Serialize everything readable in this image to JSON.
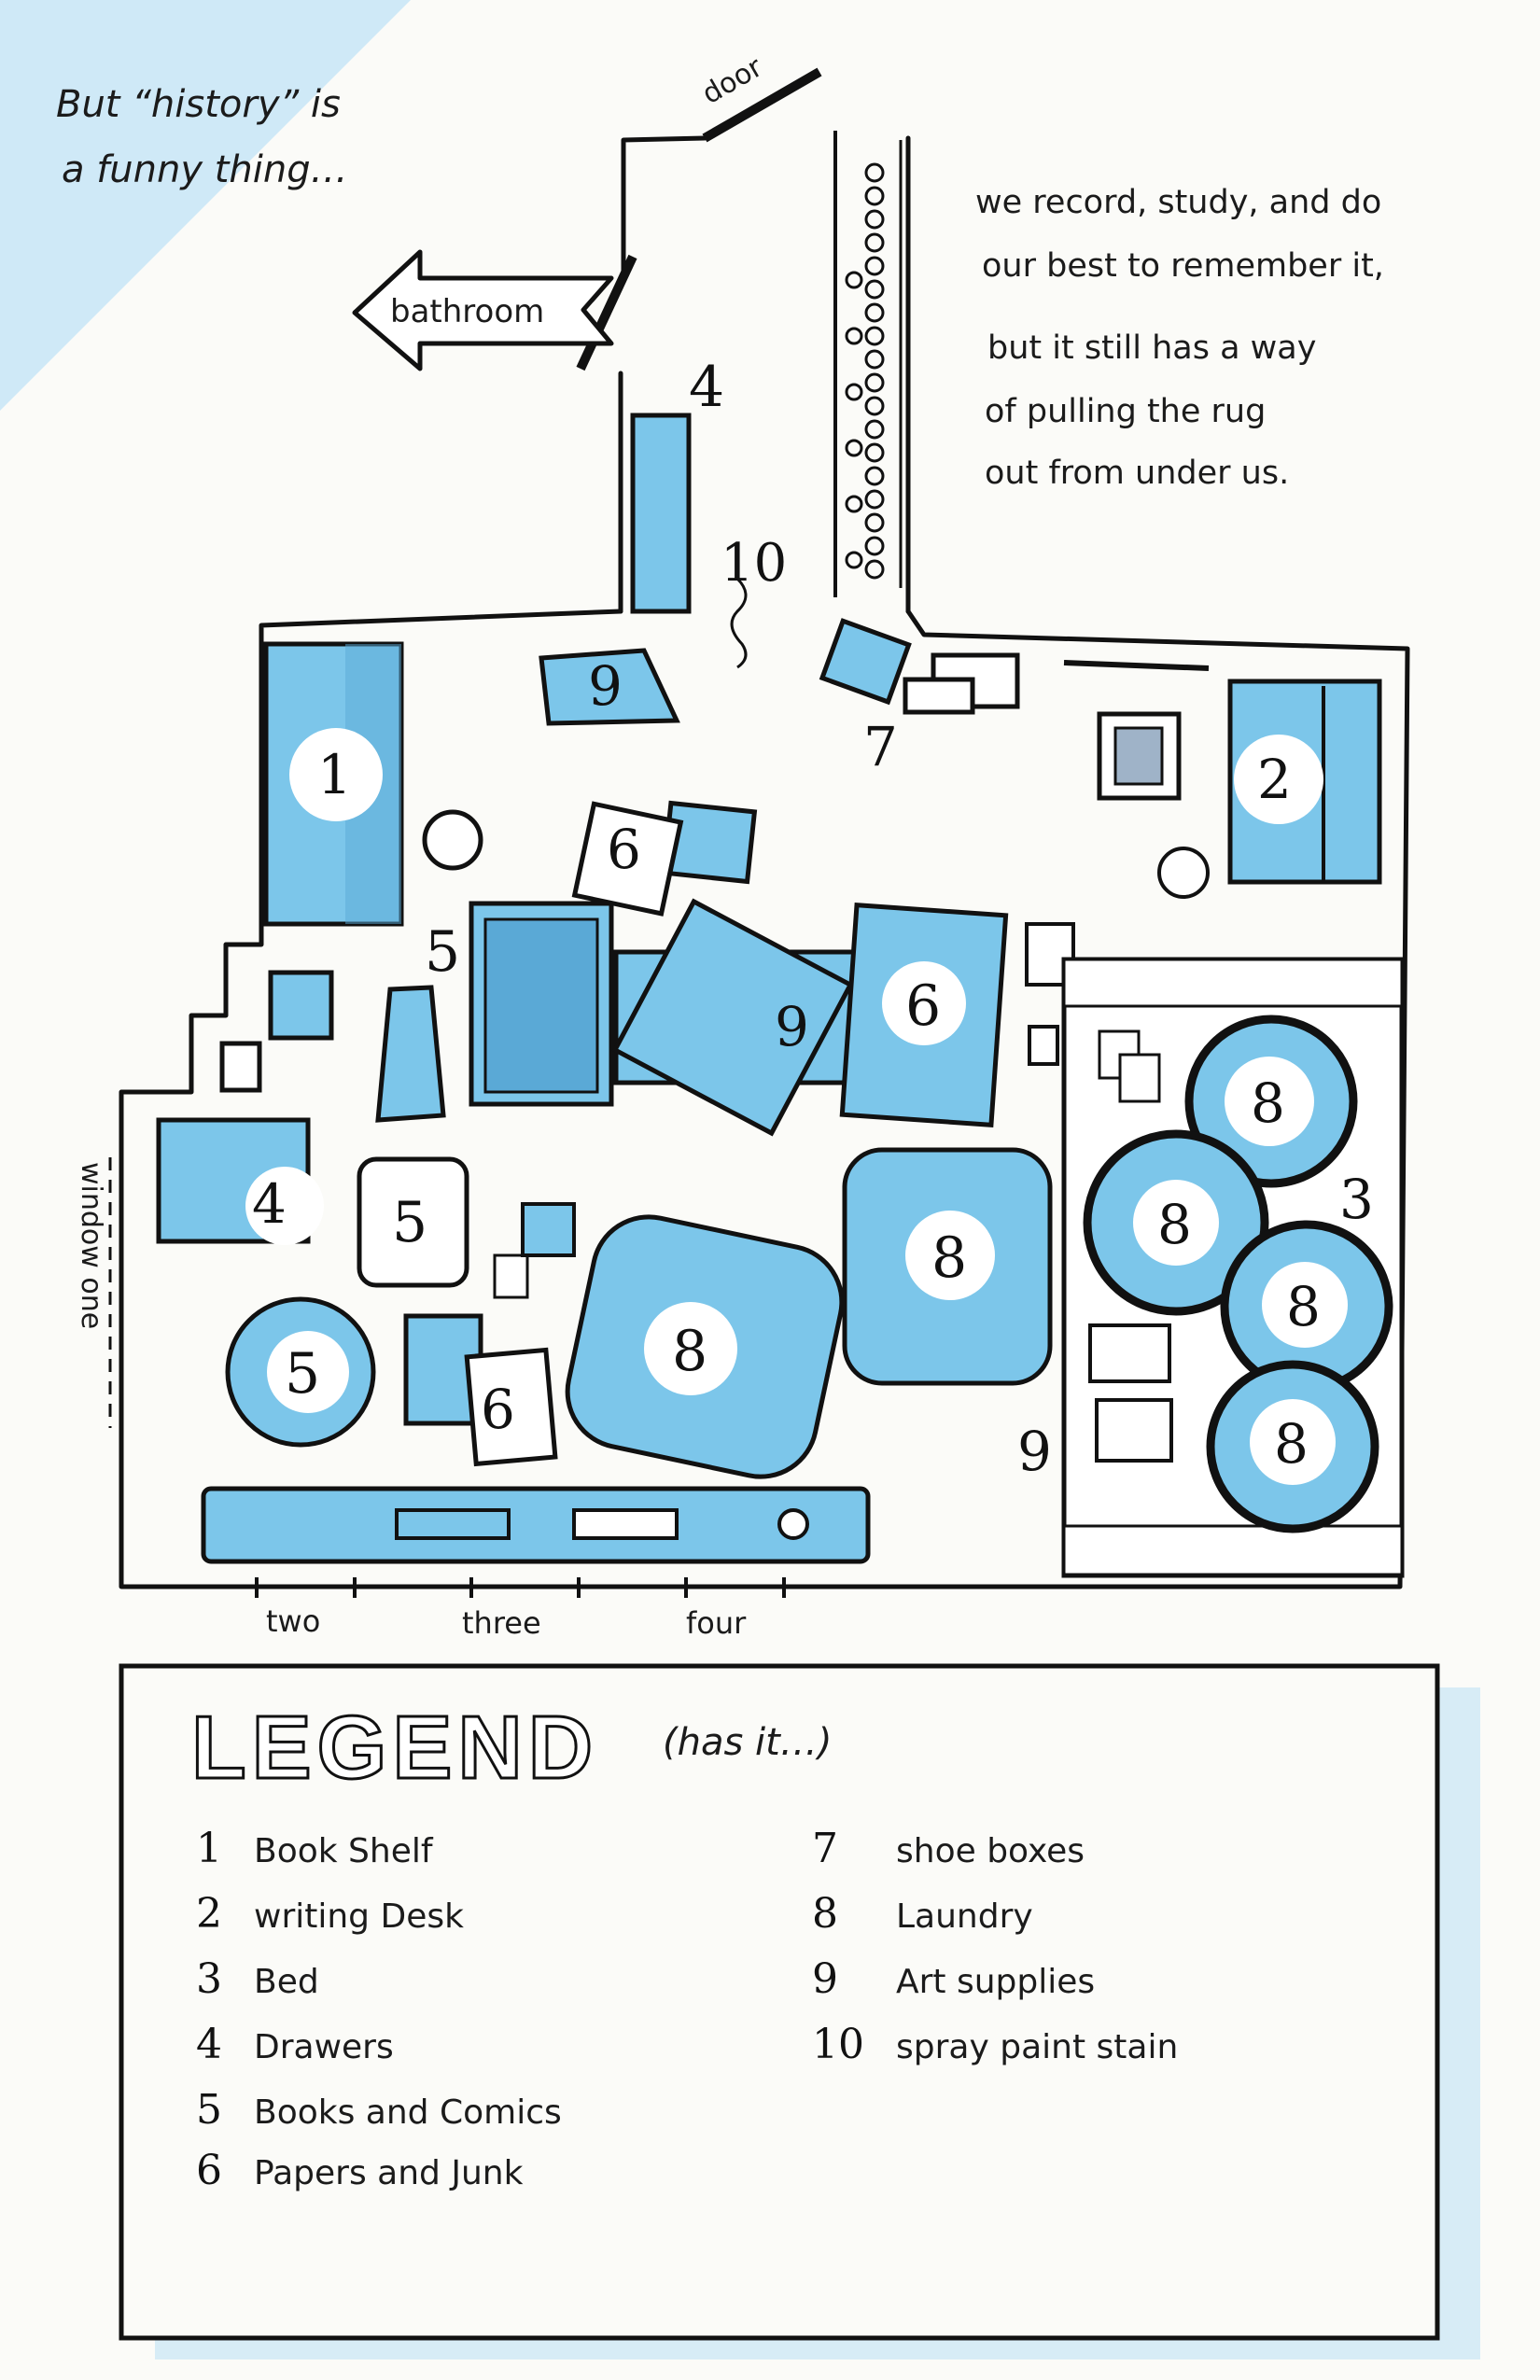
{
  "intro": {
    "left": [
      "But “history” is",
      "a funny thing…"
    ],
    "right": [
      "we record, study, and do",
      "our best to remember it,",
      "but it still has a way",
      "of pulling the rug",
      "out from under us."
    ]
  },
  "map_labels": {
    "door": "door",
    "bathroom": "bathroom",
    "window_one": "window one",
    "window_two": "two",
    "window_three": "three",
    "window_four": "four"
  },
  "markers": {
    "bookshelf": "1",
    "writing_desk": "2",
    "bed": "3",
    "drawers_top": "4",
    "drawers_left": "4",
    "books_center": "5",
    "books_left_a": "5",
    "books_left_b": "5",
    "papers_top": "6",
    "papers_right": "6",
    "papers_bottom": "6",
    "shoe_boxes": "7",
    "laundry_center": "8",
    "laundry_mid": "8",
    "laundry_bed_1": "8",
    "laundry_bed_2": "8",
    "laundry_bed_3": "8",
    "laundry_bed_4": "8",
    "art_top": "9",
    "art_center": "9",
    "art_bottom": "9",
    "spray_stain": "10"
  },
  "legend": {
    "title": "LEGEND",
    "subtitle": "(has it…)",
    "items": [
      {
        "num": "1",
        "label": "Book Shelf"
      },
      {
        "num": "2",
        "label": "writing Desk"
      },
      {
        "num": "3",
        "label": "Bed"
      },
      {
        "num": "4",
        "label": "Drawers"
      },
      {
        "num": "5",
        "label": "Books and Comics"
      },
      {
        "num": "6",
        "label": "Papers and Junk"
      },
      {
        "num": "7",
        "label": "shoe boxes"
      },
      {
        "num": "8",
        "label": "Laundry"
      },
      {
        "num": "9",
        "label": "Art supplies"
      },
      {
        "num": "10",
        "label": "spray paint stain"
      }
    ]
  },
  "colors": {
    "accent_blue": "#7cc6ea",
    "ink": "#111111",
    "paper": "#fbfbf8",
    "corner_wash": "#cfe9f7"
  }
}
